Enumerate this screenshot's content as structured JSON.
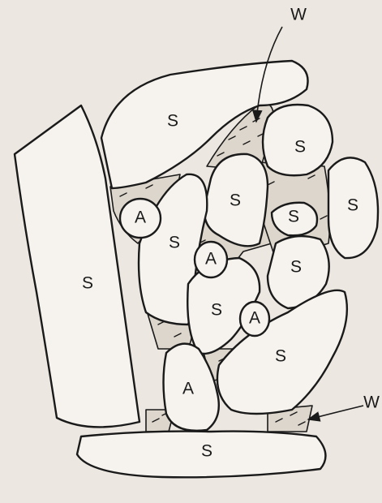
{
  "labels": {
    "solid": "S",
    "air": "A",
    "water": "W"
  },
  "colors": {
    "ink": "#1a1a1a",
    "paper": "#ece7e0",
    "grain_fill": "#f6f3ee",
    "water_fill": "#ddd6cc"
  }
}
